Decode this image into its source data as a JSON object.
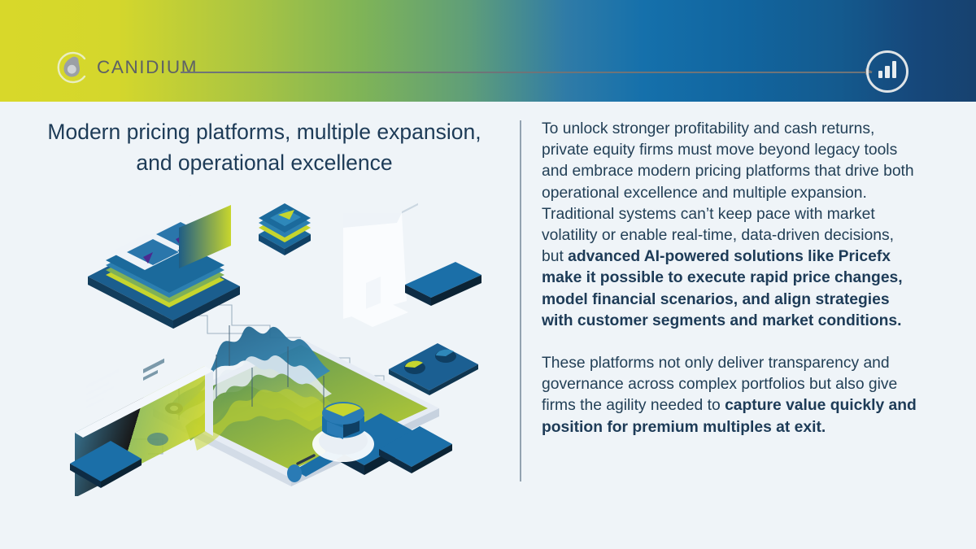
{
  "header": {
    "brand": "CANIDIUM",
    "logo_icon": "canidium-droplet-logo",
    "rule_icon": "arrow-right-line",
    "badge_icon": "bar-chart-icon",
    "gradient_start": "#d8d82a",
    "gradient_mid": "#5f9e79",
    "gradient_end": "#17426f"
  },
  "main": {
    "title": "Modern pricing platforms, multiple expansion, and operational excellence",
    "title_color": "#1d3b57",
    "background_color": "#eff4f8",
    "divider_color": "#93a3b1"
  },
  "copy": {
    "paragraph_1": {
      "lead": "To unlock stronger profitability and cash returns, private equity firms must move beyond legacy tools and embrace modern pricing platforms that drive both operational excellence and multiple expansion. Traditional systems can’t keep pace with market volatility or enable real-time, data-driven decisions, but ",
      "bold": "advanced AI-powered solutions like Pricefx make it possible to execute rapid price changes, model financial scenarios, and align strategies with customer segments and market conditions."
    },
    "paragraph_2": {
      "lead": "These platforms not only deliver transparency and governance across complex portfolios but also give firms the agility needed to ",
      "bold": "capture value quickly and position for premium multiples at exit."
    },
    "text_color": "#234057"
  },
  "illustration": {
    "name": "isometric-data-analytics-illustration",
    "elements": [
      "layered-server-stack",
      "bar-chart-card",
      "stacked-database-cubes",
      "imac-monitor",
      "tablet-3d-surface-chart",
      "dashboard-screen",
      "magnifier-with-donut-chart",
      "gauge-card",
      "connector-lines"
    ],
    "palette": {
      "green": "#b5c92f",
      "blue": "#1a6ca8",
      "dark_blue": "#17426f",
      "teal": "#2f7ba7",
      "light": "#f2f6fa"
    }
  }
}
